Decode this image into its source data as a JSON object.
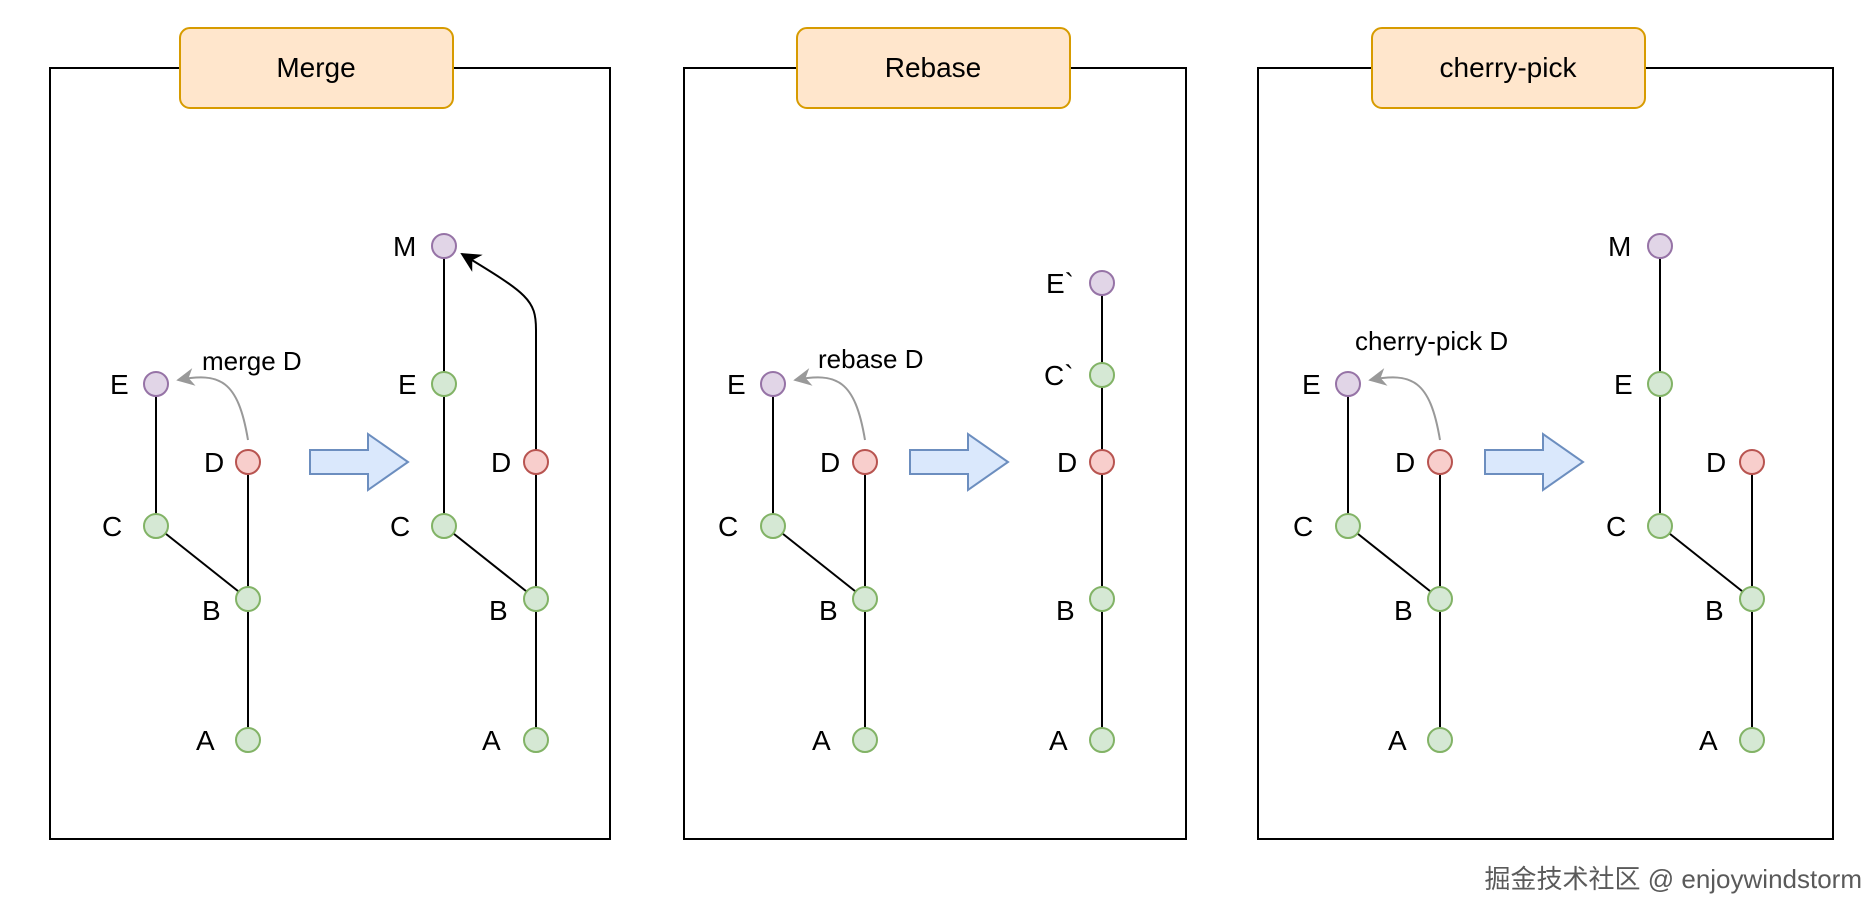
{
  "colors": {
    "green_fill": "#d5e8d4",
    "green_stroke": "#82b366",
    "red_fill": "#f8cecc",
    "red_stroke": "#b85450",
    "purple_fill": "#e1d5e7",
    "purple_stroke": "#9673a6",
    "title_fill": "#ffe6cc",
    "title_stroke": "#d79b00",
    "arrow_fill": "#dae8fc",
    "arrow_stroke": "#6c8ebf",
    "curve_gray": "#999999"
  },
  "panels": [
    {
      "id": "merge",
      "title": "Merge",
      "note": "merge D",
      "before": {
        "A": "A",
        "B": "B",
        "C": "C",
        "D": "D",
        "E": "E"
      },
      "after": {
        "A": "A",
        "B": "B",
        "C": "C",
        "D": "D",
        "E": "E",
        "M": "M"
      }
    },
    {
      "id": "rebase",
      "title": "Rebase",
      "note": "rebase D",
      "before": {
        "A": "A",
        "B": "B",
        "C": "C",
        "D": "D",
        "E": "E"
      },
      "after": {
        "A": "A",
        "B": "B",
        "D": "D",
        "C2": "C`",
        "E2": "E`"
      }
    },
    {
      "id": "cherry",
      "title": "cherry-pick",
      "note": "cherry-pick D",
      "before": {
        "A": "A",
        "B": "B",
        "C": "C",
        "D": "D",
        "E": "E"
      },
      "after": {
        "A": "A",
        "B": "B",
        "C": "C",
        "D": "D",
        "E": "E",
        "M": "M"
      }
    }
  ],
  "watermark": "掘金技术社区 @ enjoywindstorm"
}
